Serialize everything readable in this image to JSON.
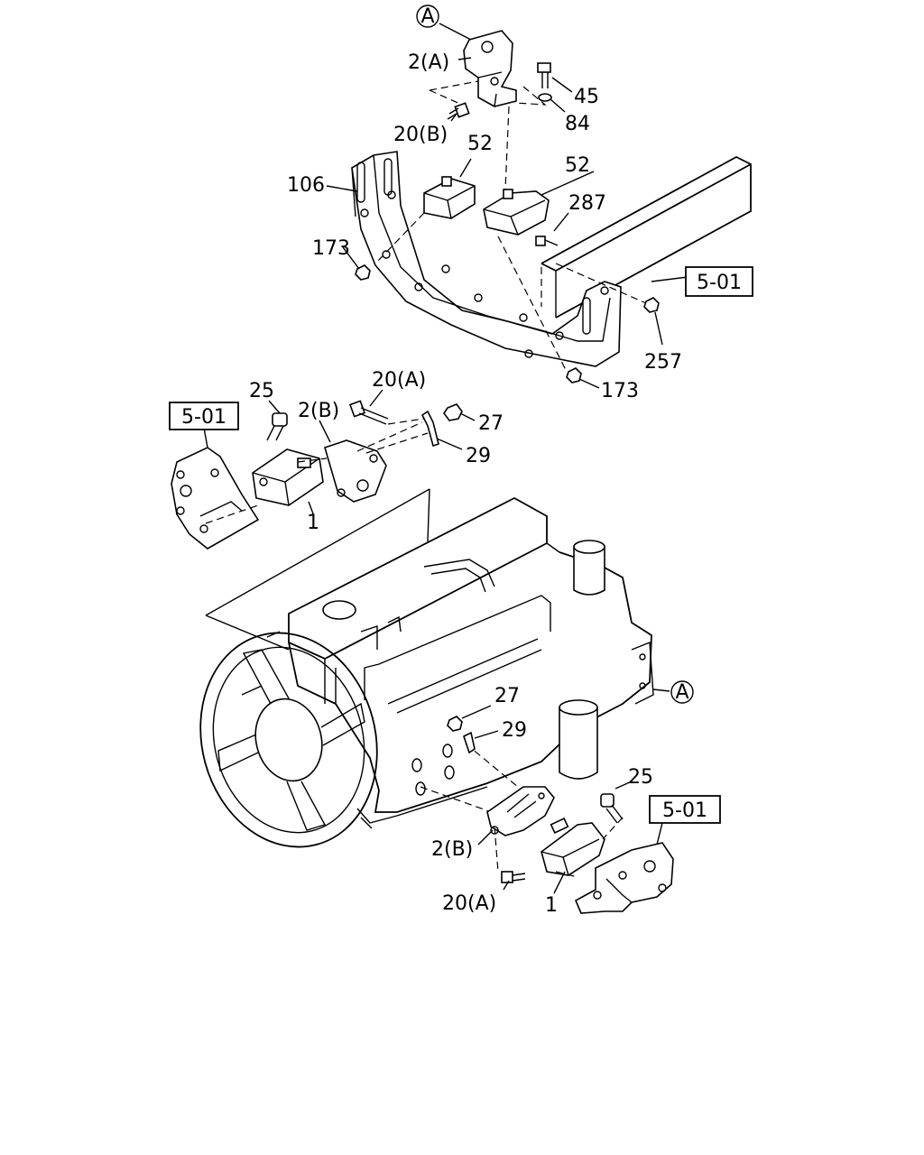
{
  "callouts": {
    "circle_a_top": "A",
    "circle_a_right": "A",
    "p2a": "2(A)",
    "p45": "45",
    "p84": "84",
    "p20b": "20(B)",
    "p52_left": "52",
    "p52_right": "52",
    "p106": "106",
    "p287": "287",
    "p173_left": "173",
    "p173_bottom": "173",
    "p257": "257",
    "p20a_top": "20(A)",
    "p25_left": "25",
    "p2b_top": "2(B)",
    "p27_top": "27",
    "p29_top": "29",
    "p1_left": "1",
    "p27_mid": "27",
    "p29_mid": "29",
    "p25_right": "25",
    "p2b_bottom": "2(B)",
    "p20a_bottom": "20(A)",
    "p1_right": "1"
  },
  "references": {
    "ref_frame_right": "5-01",
    "ref_left": "5-01",
    "ref_bottom_right": "5-01"
  }
}
